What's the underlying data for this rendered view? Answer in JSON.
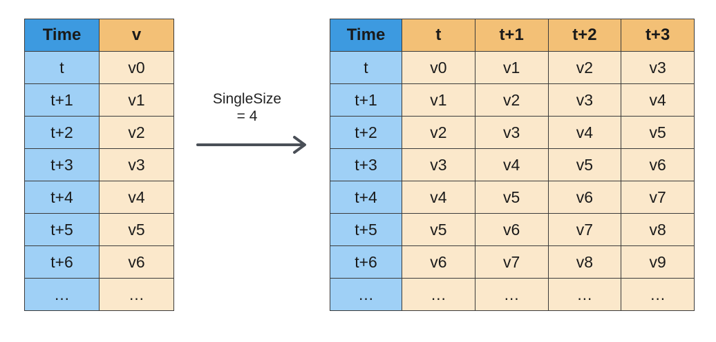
{
  "left_table": {
    "headers": [
      "Time",
      "v"
    ],
    "rows": [
      [
        "t",
        "v0"
      ],
      [
        "t+1",
        "v1"
      ],
      [
        "t+2",
        "v2"
      ],
      [
        "t+3",
        "v3"
      ],
      [
        "t+4",
        "v4"
      ],
      [
        "t+5",
        "v5"
      ],
      [
        "t+6",
        "v6"
      ],
      [
        "…",
        "…"
      ]
    ]
  },
  "arrow": {
    "label": "SingleSize\n= 4"
  },
  "right_table": {
    "headers": [
      "Time",
      "t",
      "t+1",
      "t+2",
      "t+3"
    ],
    "rows": [
      [
        "t",
        "v0",
        "v1",
        "v2",
        "v3"
      ],
      [
        "t+1",
        "v1",
        "v2",
        "v3",
        "v4"
      ],
      [
        "t+2",
        "v2",
        "v3",
        "v4",
        "v5"
      ],
      [
        "t+3",
        "v3",
        "v4",
        "v5",
        "v6"
      ],
      [
        "t+4",
        "v4",
        "v5",
        "v6",
        "v7"
      ],
      [
        "t+5",
        "v5",
        "v6",
        "v7",
        "v8"
      ],
      [
        "t+6",
        "v6",
        "v7",
        "v8",
        "v9"
      ],
      [
        "…",
        "…",
        "…",
        "…",
        "…"
      ]
    ]
  },
  "colors": {
    "time_header": "#3d9ae0",
    "time_cell": "#9fd0f6",
    "value_header": "#f3c076",
    "value_cell": "#fbe8cb",
    "arrow": "#4a4f57"
  }
}
